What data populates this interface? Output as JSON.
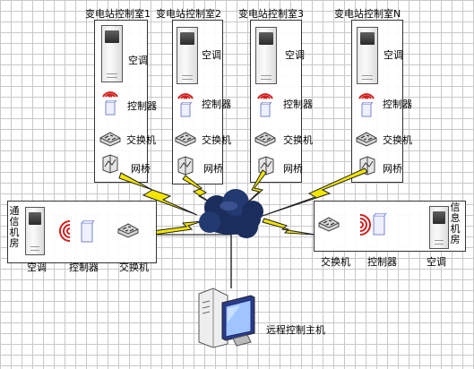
{
  "stations": [
    {
      "title": "变电站控制室1",
      "ac": "空调",
      "controller": "控制器",
      "switch": "交换机",
      "bridge": "网桥"
    },
    {
      "title": "变电站控制室2",
      "ac": "空调",
      "controller": "控制器",
      "switch": "交换机",
      "bridge": "网桥"
    },
    {
      "title": "变电站控制室3",
      "ac": "空调",
      "controller": "控制器",
      "switch": "交换机",
      "bridge": "网桥"
    },
    {
      "title": "变电站控制室N",
      "ac": "空调",
      "controller": "控制器",
      "switch": "交换机",
      "bridge": "网桥"
    }
  ],
  "comm_room": {
    "title": "通信机房",
    "ac": "空调",
    "controller": "控制器",
    "switch": "交换机"
  },
  "info_room": {
    "title": "信息机房",
    "ac": "空调",
    "controller": "控制器",
    "switch": "交换机"
  },
  "host": {
    "label": "远程控制主机"
  },
  "colors": {
    "lightning": "#f2e600",
    "cloud": "#1b2d5c",
    "grid": "#c9c9c9",
    "signal": "#d41c1c"
  }
}
